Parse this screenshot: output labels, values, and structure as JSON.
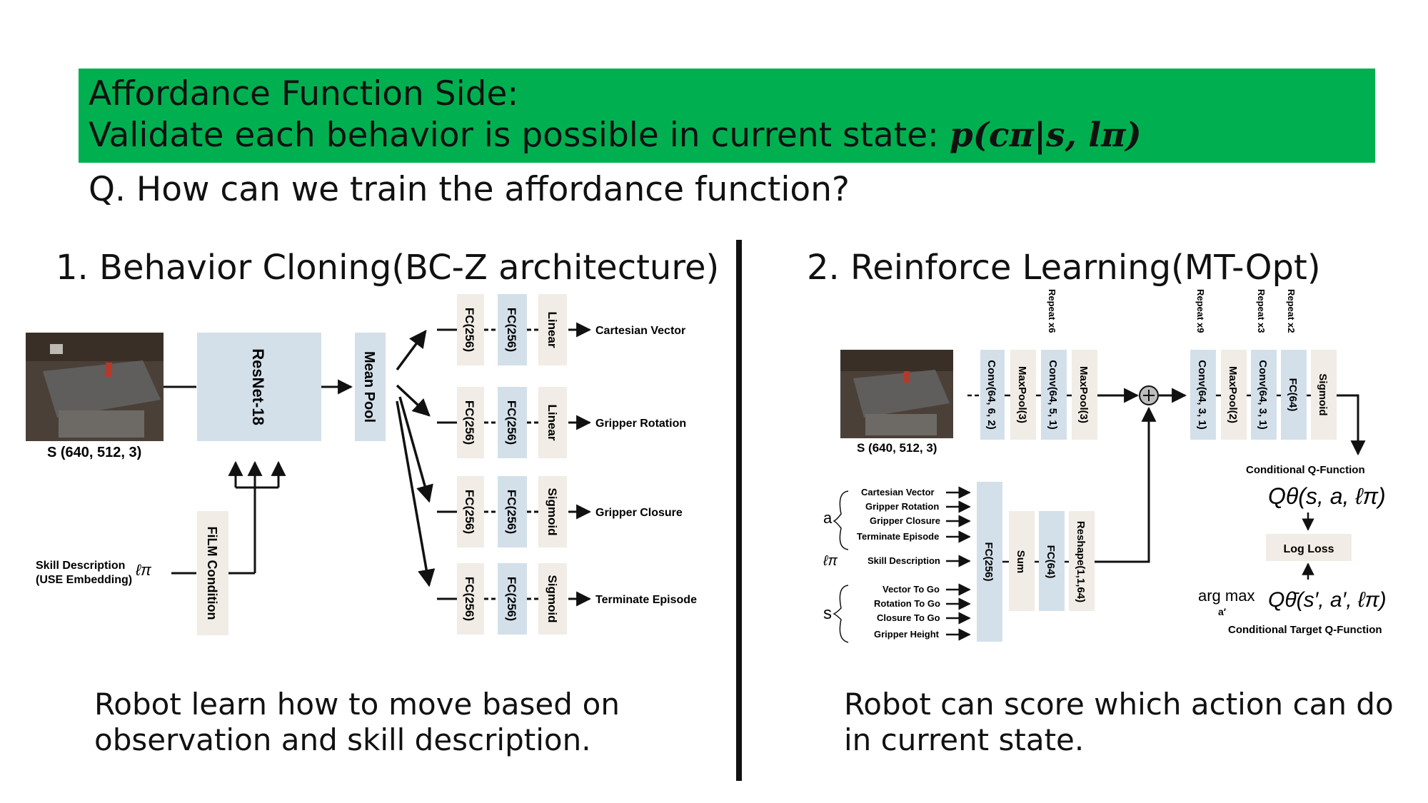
{
  "banner": {
    "line1": "Affordance Function Side:",
    "line2_prefix": "Validate each behavior is possible in current state: ",
    "formula": "p(cπ|s, lπ)"
  },
  "question": "Q. How can we train the affordance function?",
  "left": {
    "heading": "1. Behavior Cloning(BC-Z architecture)",
    "state_label": "S (640, 512, 3)",
    "resnet": "ResNet-18",
    "meanpool": "Mean Pool",
    "film": "FiLM Condition",
    "skill_line1": "Skill Description",
    "skill_line2": "(USE Embedding)",
    "skill_symbol": "ℓπ",
    "heads": [
      {
        "l1": "FC(256)",
        "l2": "FC(256)",
        "l3": "Linear",
        "out": "Cartesian Vector"
      },
      {
        "l1": "FC(256)",
        "l2": "FC(256)",
        "l3": "Linear",
        "out": "Gripper Rotation"
      },
      {
        "l1": "FC(256)",
        "l2": "FC(256)",
        "l3": "Sigmoid",
        "out": "Gripper Closure"
      },
      {
        "l1": "FC(256)",
        "l2": "FC(256)",
        "l3": "Sigmoid",
        "out": "Terminate Episode"
      }
    ],
    "caption_line1": "Robot learn how to move based on",
    "caption_line2": "observation and skill description."
  },
  "right": {
    "heading": "2. Reinforce Learning(MT-Opt)",
    "state_label": "S (640, 512, 3)",
    "conv_blocks": [
      "Conv(64, 6, 2)",
      "MaxPool(3)",
      "Conv(64, 5, 1)",
      "MaxPool(3)"
    ],
    "repeat_x6": "Repeat x6",
    "post_blocks": [
      "Conv(64, 3, 1)",
      "MaxPool(2)",
      "Conv(64, 3, 1)",
      "FC(64)",
      "Sigmoid"
    ],
    "repeat_x9": "Repeat x9",
    "repeat_x3": "Repeat x3",
    "repeat_x2": "Repeat x2",
    "action_symbol": "a",
    "skill_symbol": "ℓπ",
    "state_symbol": "s",
    "a_inputs": [
      "Cartesian Vector",
      "Gripper Rotation",
      "Gripper Closure",
      "Terminate Episode"
    ],
    "skill_input": "Skill Description",
    "s_inputs": [
      "Vector To Go",
      "Rotation To Go",
      "Closure To Go",
      "Gripper Height"
    ],
    "lower_blocks": [
      "FC(256)",
      "Sum",
      "FC(64)",
      "Reshape(1,1,64)"
    ],
    "cond_q_title": "Conditional Q-Function",
    "cond_q_formula": "Qθ(s, a, ℓπ)",
    "log_loss": "Log Loss",
    "argmax": "arg max",
    "argmax_sub": "a′",
    "target_formula": "Qθ̄(s′, a′, ℓπ)",
    "target_title": "Conditional Target Q-Function",
    "caption_line1": "Robot can score which action can do",
    "caption_line2": "in current state."
  },
  "colors": {
    "banner": "#00b050",
    "block_blue": "#d3e0ea",
    "block_beige": "#f1ece5"
  }
}
